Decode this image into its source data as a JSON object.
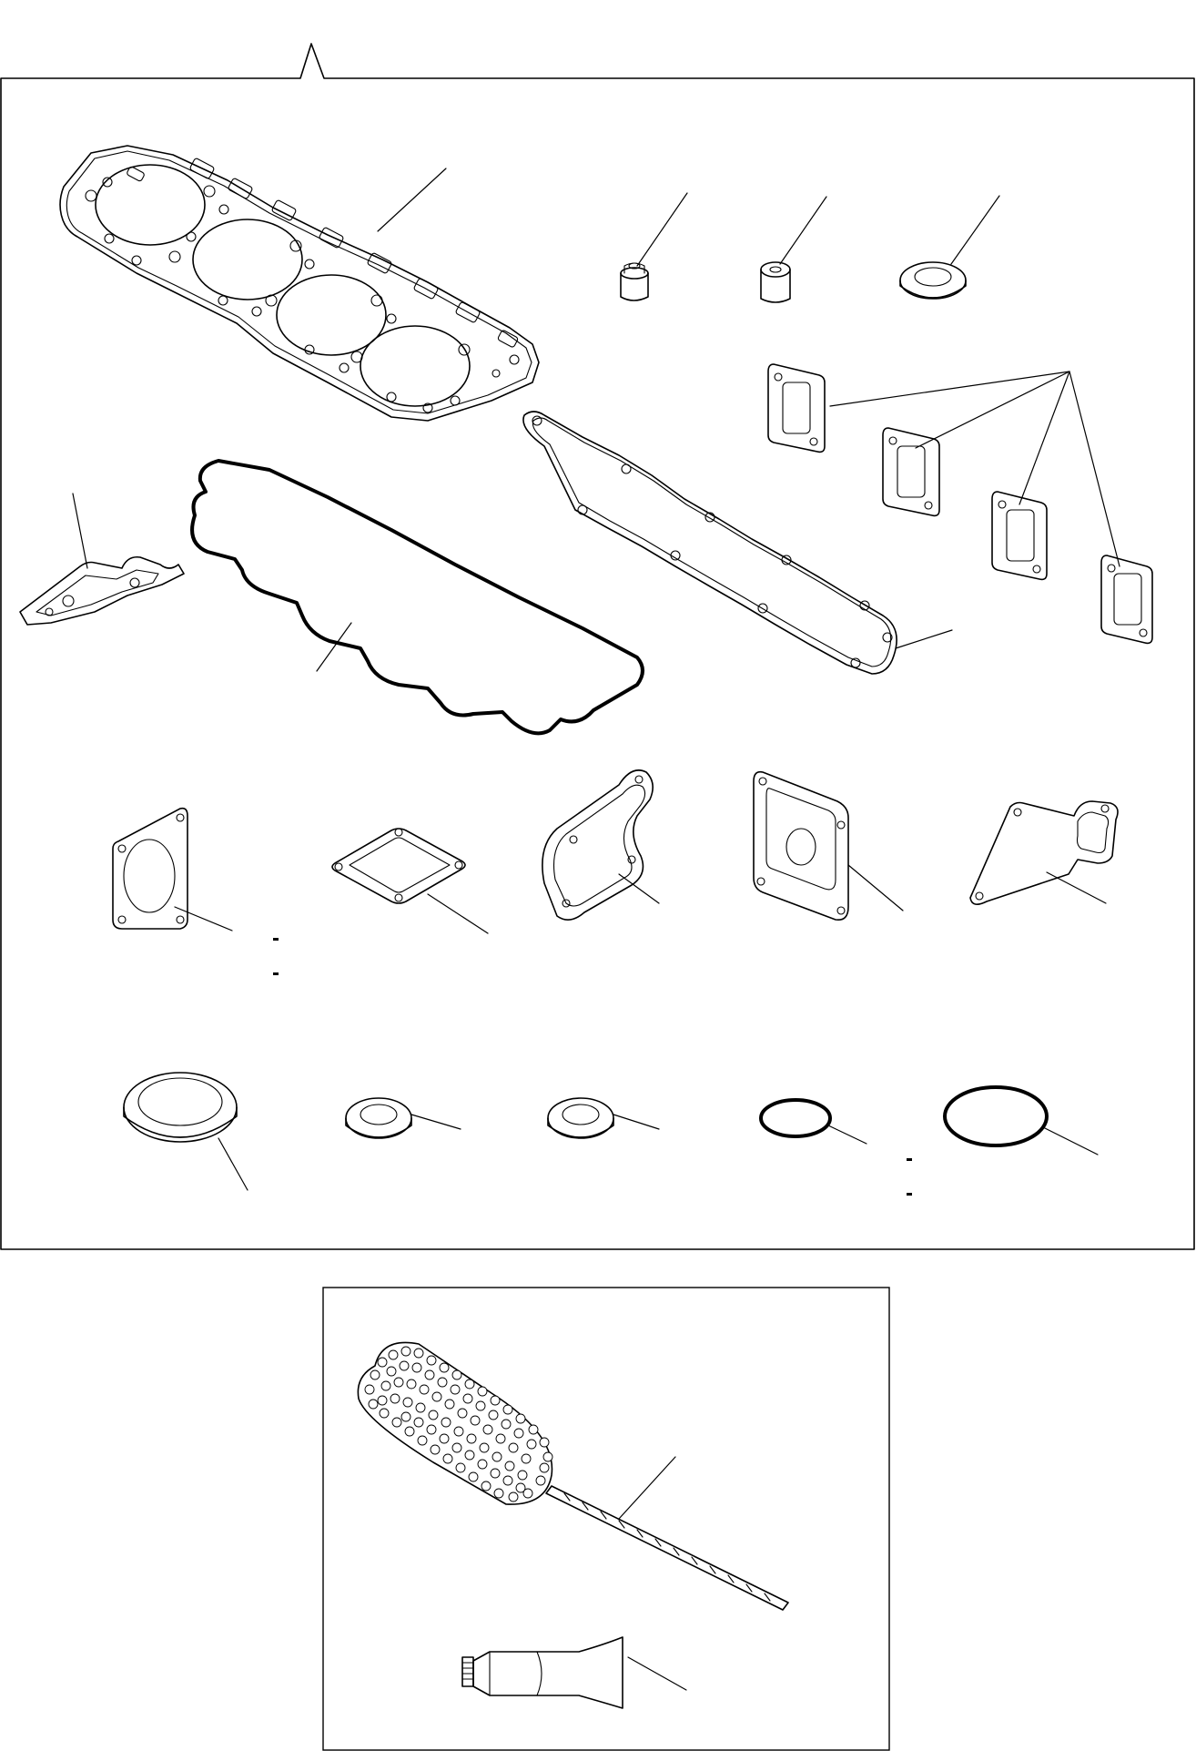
{
  "diagram": {
    "upper_panel": {
      "parts": [
        {
          "name": "cylinder-head-gasket"
        },
        {
          "name": "valve-stem-seal"
        },
        {
          "name": "valve-guide-spacer"
        },
        {
          "name": "seal-washer"
        },
        {
          "name": "intake-manifold-gaskets-set"
        },
        {
          "name": "exhaust-manifold-gasket"
        },
        {
          "name": "head-cover-gasket"
        },
        {
          "name": "small-bracket-gasket"
        },
        {
          "name": "flange-gasket-round"
        },
        {
          "name": "flange-gasket-square"
        },
        {
          "name": "water-pump-gasket"
        },
        {
          "name": "cover-gasket-large"
        },
        {
          "name": "plate-gasket"
        },
        {
          "name": "thrust-washer-large"
        },
        {
          "name": "washer-medium-1"
        },
        {
          "name": "washer-medium-2"
        },
        {
          "name": "o-ring-small"
        },
        {
          "name": "o-ring-large"
        }
      ],
      "marks": [
        "-",
        "-",
        "-",
        "-"
      ]
    },
    "lower_panel": {
      "parts": [
        {
          "name": "cleaning-brush"
        },
        {
          "name": "sealant-tube"
        }
      ]
    }
  }
}
